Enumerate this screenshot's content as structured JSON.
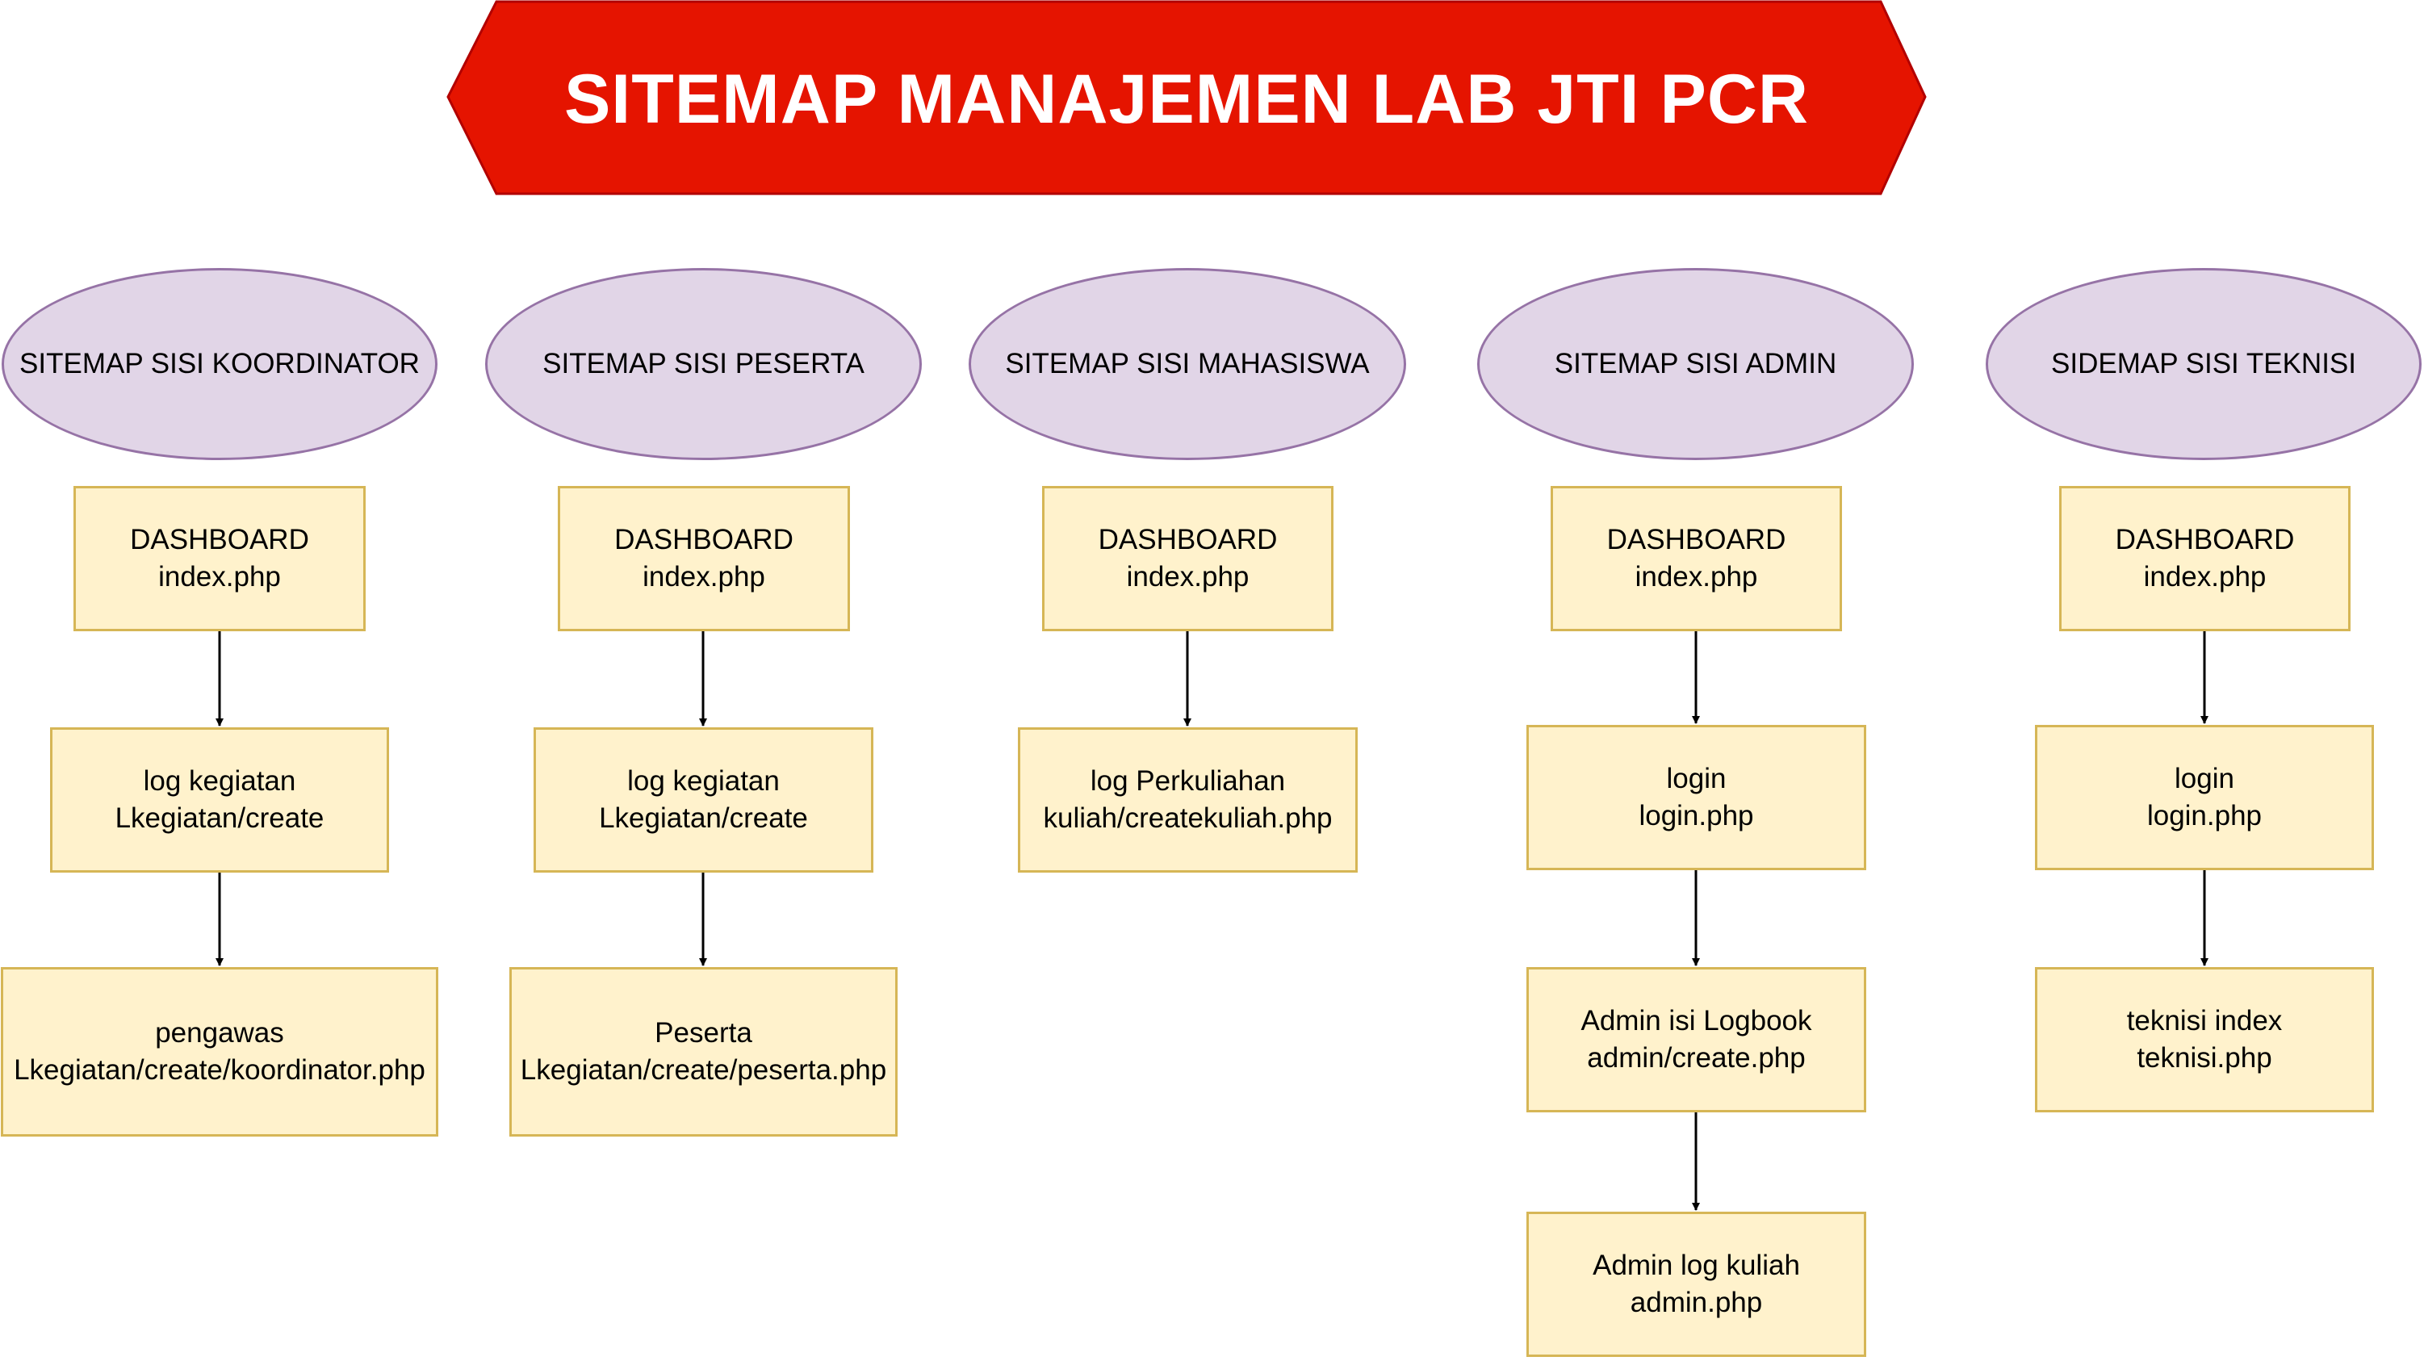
{
  "title": "SITEMAP MANAJEMEN LAB JTI PCR",
  "colors": {
    "banner_fill": "#e51400",
    "banner_stroke": "#b20000",
    "ellipse_fill": "#e1d5e7",
    "ellipse_stroke": "#9673a6",
    "box_fill": "#fff2cc",
    "box_stroke": "#d6b656"
  },
  "columns": [
    {
      "header": "SITEMAP SISI KOORDINATOR",
      "nodes": [
        {
          "line1": "DASHBOARD",
          "line2": "index.php"
        },
        {
          "line1": "log kegiatan",
          "line2": "Lkegiatan/create"
        },
        {
          "line1": "pengawas",
          "line2": "Lkegiatan/create/koordinator.php"
        }
      ]
    },
    {
      "header": "SITEMAP SISI PESERTA",
      "nodes": [
        {
          "line1": "DASHBOARD",
          "line2": "index.php"
        },
        {
          "line1": "log kegiatan",
          "line2": "Lkegiatan/create"
        },
        {
          "line1": "Peserta",
          "line2": "Lkegiatan/create/peserta.php"
        }
      ]
    },
    {
      "header": "SITEMAP SISI MAHASISWA",
      "nodes": [
        {
          "line1": "DASHBOARD",
          "line2": "index.php"
        },
        {
          "line1": "log Perkuliahan",
          "line2": "kuliah/createkuliah.php"
        }
      ]
    },
    {
      "header": "SITEMAP SISI ADMIN",
      "nodes": [
        {
          "line1": "DASHBOARD",
          "line2": "index.php"
        },
        {
          "line1": "login",
          "line2": "login.php"
        },
        {
          "line1": "Admin isi Logbook",
          "line2": "admin/create.php"
        },
        {
          "line1": "Admin log kuliah",
          "line2": "admin.php"
        }
      ]
    },
    {
      "header": "SIDEMAP SISI TEKNISI",
      "nodes": [
        {
          "line1": "DASHBOARD",
          "line2": "index.php"
        },
        {
          "line1": "login",
          "line2": "login.php"
        },
        {
          "line1": "teknisi index",
          "line2": "teknisi.php"
        }
      ]
    }
  ]
}
